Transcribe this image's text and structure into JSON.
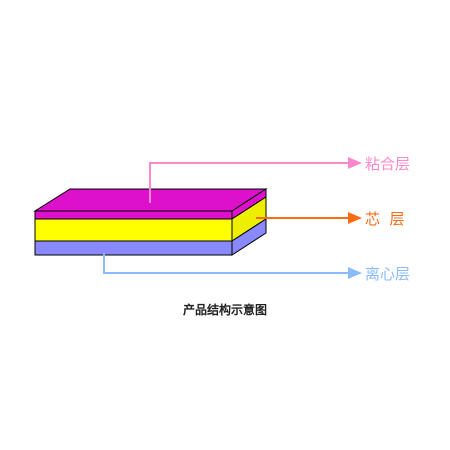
{
  "layers": [
    {
      "key": "adhesive",
      "label": "粘合层",
      "color": "#ff88cc"
    },
    {
      "key": "core",
      "label": "芯  层",
      "color": "#ff6a13"
    },
    {
      "key": "release",
      "label": "离心层",
      "color": "#88bbff"
    }
  ],
  "slab_colors": {
    "top": "#dd11cc",
    "magenta_band": "#dd11cc",
    "core_band": "#ffff00",
    "core_side": "#eeee00",
    "bottom_band": "#8888ff",
    "outline": "#000000"
  },
  "caption": "产品结构示意图",
  "caption_color": "#222222"
}
